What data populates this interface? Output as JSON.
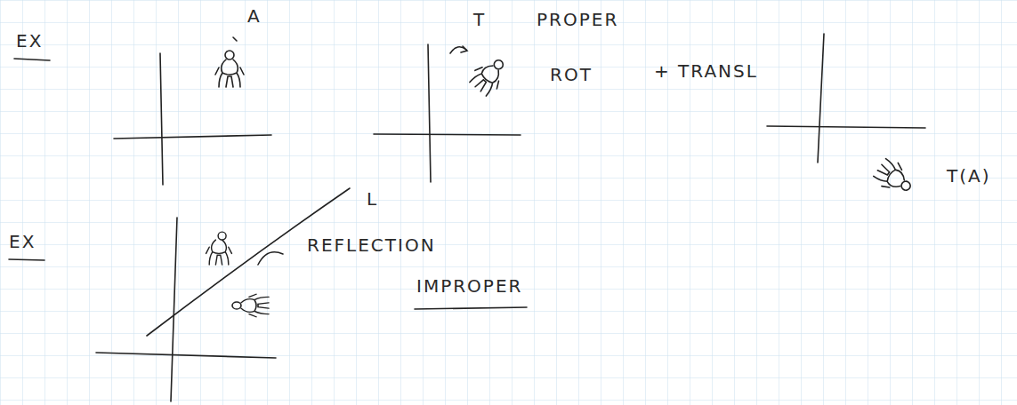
{
  "diagram": {
    "labels": [
      "EX",
      "A",
      "T",
      "PROPER",
      "ROT",
      "+ TRANSL",
      "T(A)",
      "EX",
      "REFLECTION",
      "IMPROPER",
      "L"
    ]
  }
}
